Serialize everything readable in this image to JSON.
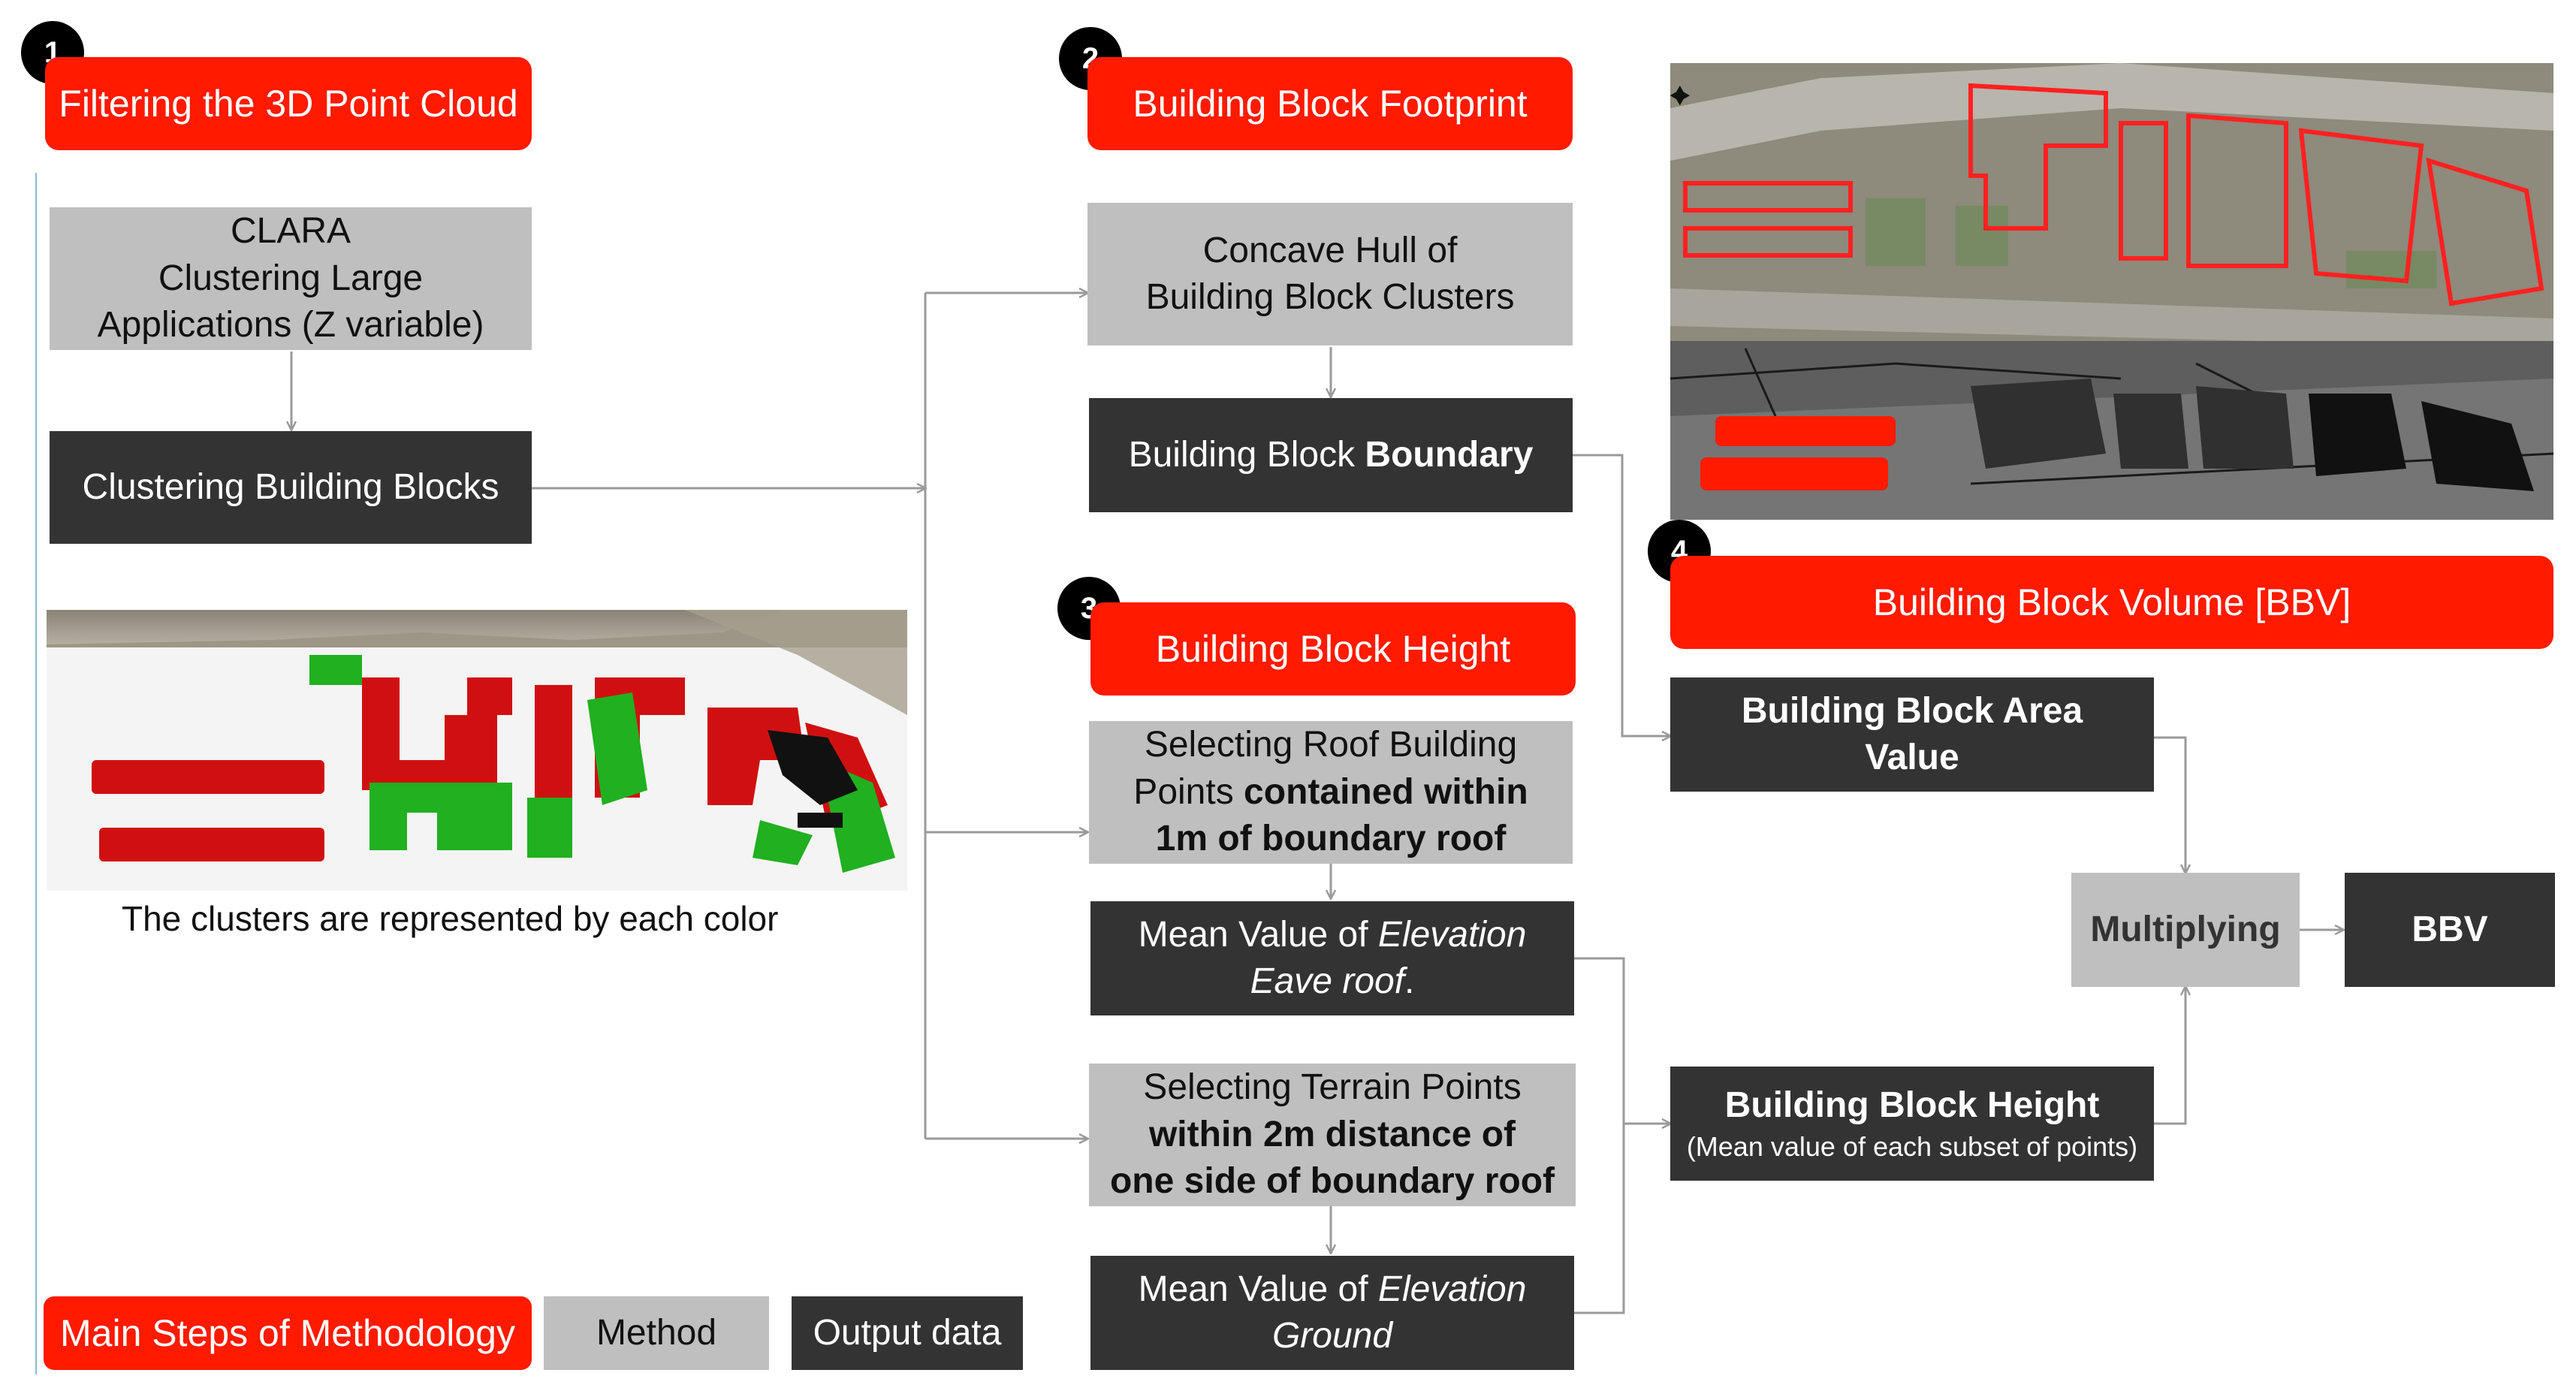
{
  "steps": [
    {
      "number": "1",
      "title": "Filtering the 3D Point Cloud"
    },
    {
      "number": "2",
      "title": "Building Block Footprint"
    },
    {
      "number": "3",
      "title": "Building Block Height"
    },
    {
      "number": "4",
      "title": "Building Block Volume [BBV]"
    }
  ],
  "step1": {
    "clara_lines": [
      "CLARA",
      "Clustering Large",
      "Applications (Z variable)"
    ],
    "clustering_output": "Clustering Building Blocks",
    "image_caption": "The clusters are represented by each color"
  },
  "step2": {
    "concave_hull_lines": [
      "Concave Hull of",
      "Building Block Clusters"
    ],
    "boundary_plain": "Building Block ",
    "boundary_bold": "Boundary"
  },
  "step3": {
    "roof_select_line1": "Selecting Roof Building",
    "roof_select_line2_plain": "Points ",
    "roof_select_line2_bold": "contained within",
    "roof_select_line3_bold": "1m of boundary roof",
    "eave_line1_plain": "Mean Value of ",
    "eave_line1_italic": "Elevation",
    "eave_line2_italic": "Eave roof",
    "eave_line2_plain": ".",
    "terrain_select_line1": "Selecting Terrain Points",
    "terrain_select_line2_bold": "within 2m distance of",
    "terrain_select_line3_bold": "one side of boundary roof",
    "ground_line1_plain": "Mean Value of ",
    "ground_line1_italic": "Elevation",
    "ground_line2_italic": "Ground"
  },
  "step4": {
    "area_lines": [
      "Building Block Area",
      "Value"
    ],
    "height_title": "Building Block Height",
    "height_subtitle": "(Mean value of each subset of points)",
    "multiplying": "Multiplying",
    "bbv": "BBV"
  },
  "legend": {
    "main_steps": "Main Steps of Methodology",
    "method": "Method",
    "output": "Output data"
  },
  "colors": {
    "main_step": "#ff1a00",
    "method": "#bfbfbf",
    "output": "#333333",
    "connector": "#9a9a9a",
    "cluster_red": "#d01010",
    "cluster_green": "#20b020"
  }
}
